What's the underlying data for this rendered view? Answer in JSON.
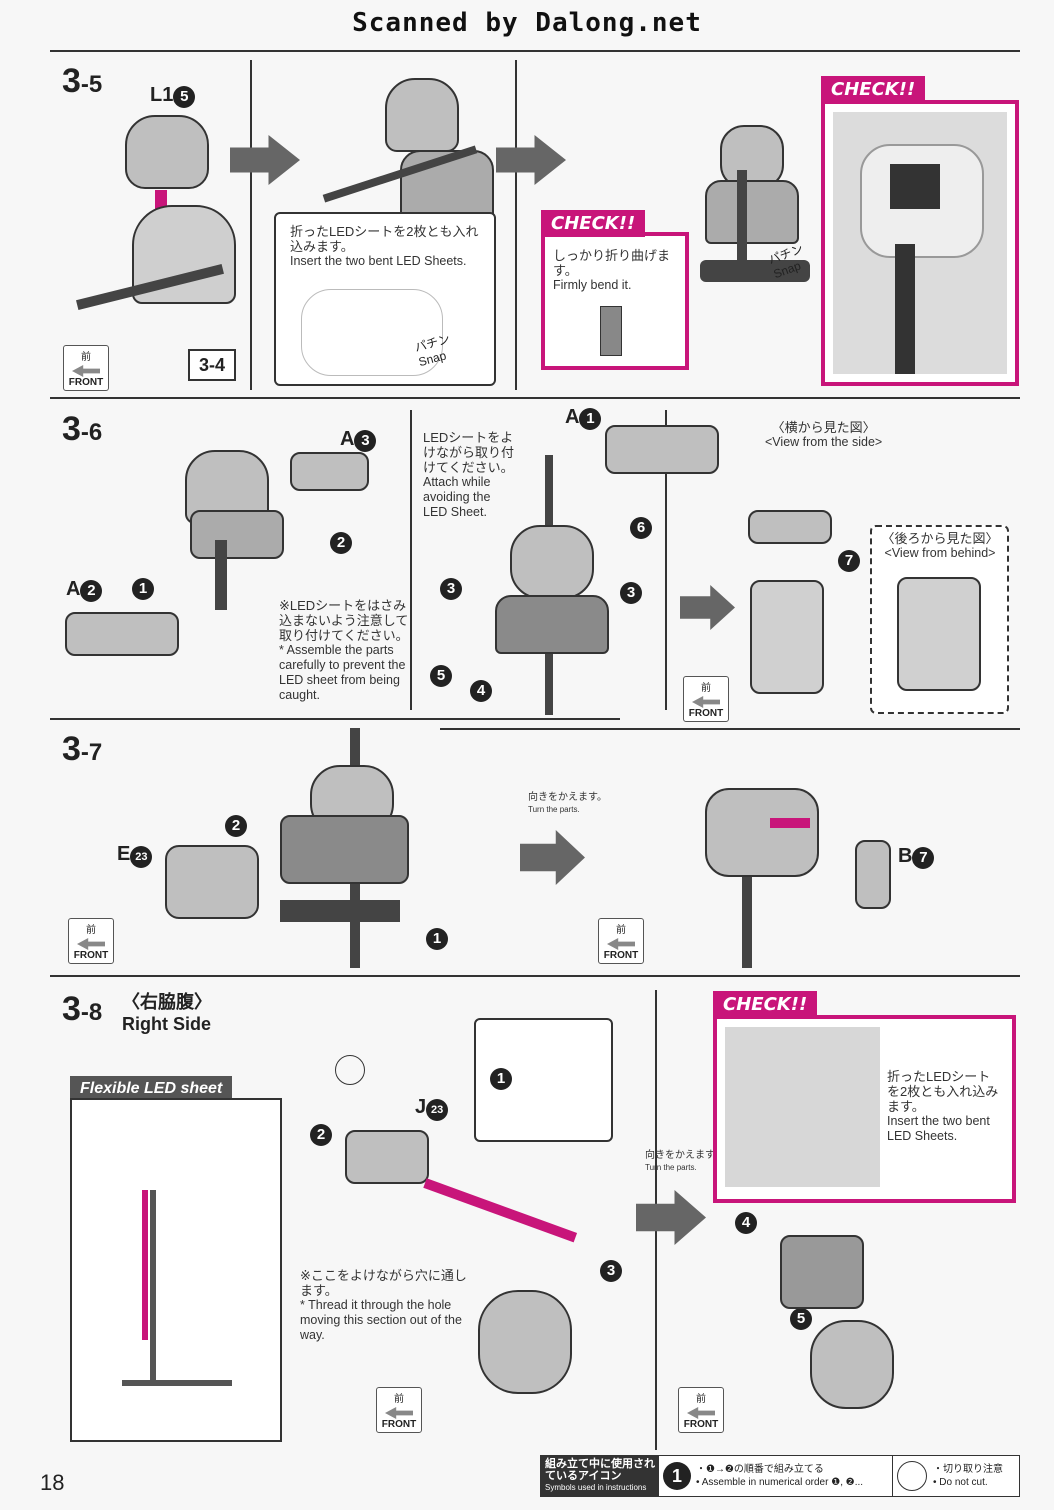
{
  "banner": "Scanned by Dalong.net",
  "page_number": "18",
  "steps": {
    "s35": {
      "number": "3",
      "sub": "-5",
      "part_label": "L1",
      "part_num": "5",
      "ref": "3-4",
      "note_jp": "折ったLEDシートを2枚とも入れ込みます。",
      "note_en": "Insert the two bent LED Sheets.",
      "check_label": "CHECK!!",
      "check_jp": "しっかり折り曲げます。",
      "check_en": "Firmly bend it.",
      "snap_jp": "パチン",
      "snap_en": "Snap"
    },
    "s36": {
      "number": "3",
      "sub": "-6",
      "a3": "A",
      "a3n": "3",
      "a2": "A",
      "a2n": "2",
      "a1": "A",
      "a1n": "1",
      "led_jp": "LEDシートをよけながら取り付けてください。",
      "led_en": "Attach while avoiding the LED Sheet.",
      "caught_jp": "※LEDシートをはさみ込まないよう注意して取り付けてください。",
      "caught_en": "* Assemble the parts carefully to prevent the LED sheet from being caught.",
      "side_jp": "〈横から見た図〉",
      "side_en": "<View from the side>",
      "behind_jp": "〈後ろから見た図〉",
      "behind_en": "<View from behind>"
    },
    "s37": {
      "number": "3",
      "sub": "-7",
      "e_label": "E",
      "e_num": "23",
      "b_label": "B",
      "b_num": "7",
      "turn_jp": "向きをかえます。",
      "turn_en": "Turn the parts."
    },
    "s38": {
      "number": "3",
      "sub": "-8",
      "title_jp": "〈右脇腹〉",
      "title_en": "Right Side",
      "flex_tag": "Flexible LED sheet",
      "j_label": "J",
      "j_num": "23",
      "thread_jp": "※ここをよけながら穴に通します。",
      "thread_en": "* Thread it through the hole moving this section out of the way.",
      "turn_jp": "向きをかえます。",
      "turn_en": "Turn the parts.",
      "check_label": "CHECK!!",
      "check_jp": "折ったLEDシートを2枚とも入れ込みます。",
      "check_en": "Insert the two bent LED Sheets."
    }
  },
  "front": {
    "jp": "前",
    "en": "FRONT"
  },
  "callouts": [
    "1",
    "2",
    "3",
    "4",
    "5",
    "6",
    "7"
  ],
  "footer": {
    "title_jp": "組み立て中に使用されているアイコン",
    "title_en": "Symbols used in instructions",
    "order_jp": "・❶→❷の順番で組み立てる",
    "order_en": "• Assemble in numerical order ❶, ❷...",
    "cut_jp": "・切り取り注意",
    "cut_en": "• Do not cut."
  },
  "colors": {
    "accent": "#c8157a",
    "ink": "#222222",
    "part": "#bfbfbf"
  }
}
